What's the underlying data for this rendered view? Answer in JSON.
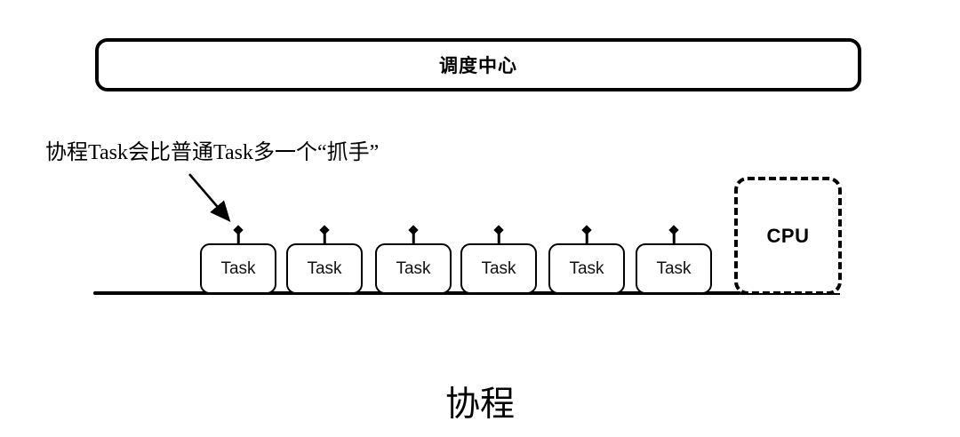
{
  "scheduler": {
    "label": "调度中心"
  },
  "annotation": {
    "text": "协程Task会比普通Task多一个“抓手”"
  },
  "tasks": {
    "count": 6,
    "items": [
      {
        "label": "Task"
      },
      {
        "label": "Task"
      },
      {
        "label": "Task"
      },
      {
        "label": "Task"
      },
      {
        "label": "Task"
      },
      {
        "label": "Task"
      }
    ]
  },
  "cpu": {
    "label": "CPU"
  },
  "title": {
    "text": "协程"
  },
  "icons": {
    "handle": "diamond-handle-icon",
    "arrow": "annotation-arrow"
  },
  "colors": {
    "ink": "#000000",
    "background": "#ffffff"
  }
}
